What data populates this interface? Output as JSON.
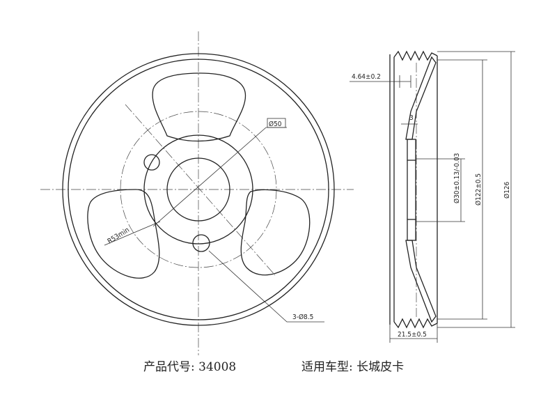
{
  "dimensions": {
    "d50": "Ø50",
    "r53": "R53min",
    "holes": "3-Ø8.5",
    "offset": "4.64±0.2",
    "depth": "3",
    "bore": "Ø30±0.13/-0.03",
    "d122": "Ø122±0.5",
    "d126": "Ø126",
    "width": "21.5±0.5"
  },
  "caption": {
    "product_code": "产品代号: 34008",
    "vehicle": "适用车型: 长城皮卡"
  }
}
